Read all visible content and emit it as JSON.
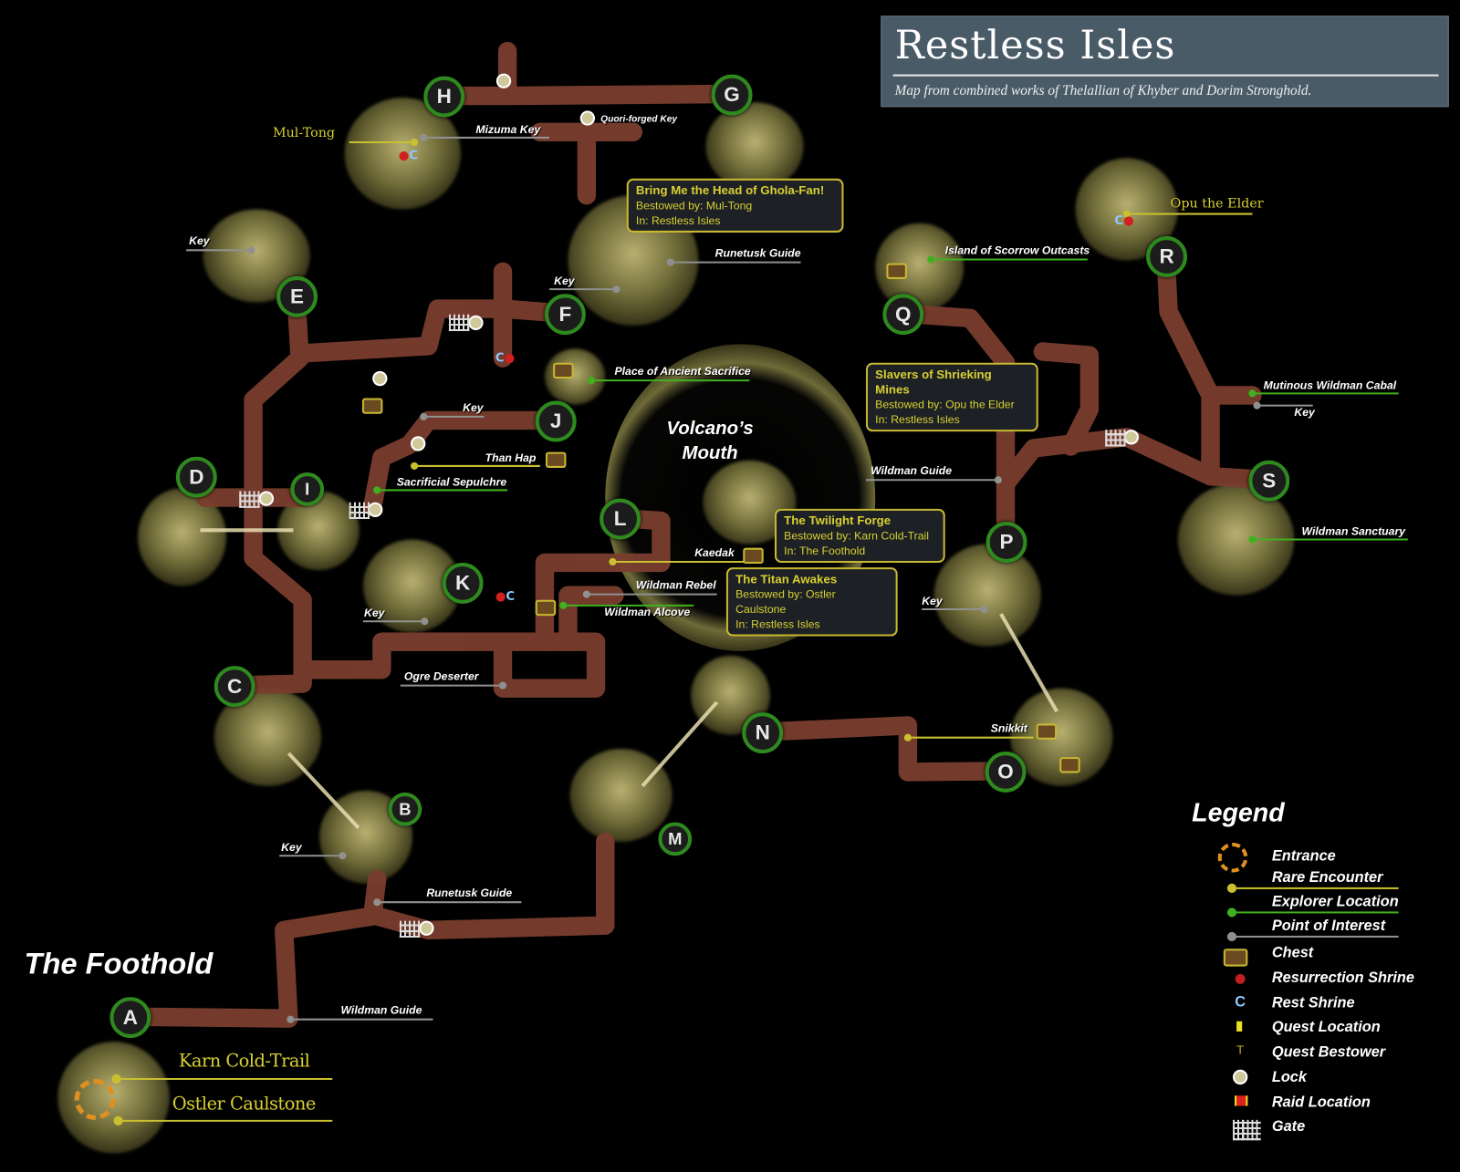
{
  "title": {
    "main": "Restless Isles",
    "subtitle": "Map from combined works of Thelallian of Khyber and Dorim Stronghold."
  },
  "regions": {
    "foothold": "The Foothold",
    "volcano_line1": "Volcano’s",
    "volcano_line2": "Mouth"
  },
  "markers": [
    "A",
    "B",
    "C",
    "D",
    "E",
    "F",
    "G",
    "H",
    "I",
    "J",
    "K",
    "L",
    "M",
    "N",
    "O",
    "P",
    "Q",
    "R",
    "S"
  ],
  "labels": [
    "Mul-Tong",
    "Mizuma  Key",
    "Quori-forged Key",
    "Runetusk Guide",
    "Key",
    "Key",
    "Island of Scorrow Outcasts",
    "Opu the Elder",
    "Place of Ancient Sacrifice",
    "Key",
    "Than Hap",
    "Sacrificial Sepulchre",
    "Mutinous Wildman Cabal",
    "Key",
    "Wildman Guide",
    "Wildman Sanctuary",
    "Kaedak",
    "Wildman Rebel",
    "Wildman Alcove",
    "Key",
    "Key",
    "Ogre Deserter",
    "Snikkit",
    "Key",
    "Runetusk Guide",
    "Wildman Guide",
    "Karn Cold-Trail",
    "Ostler Caulstone"
  ],
  "quests": [
    {
      "title": "Bring Me the Head of Ghola-Fan!",
      "bestowed": "Bestowed by: Mul-Tong",
      "in": "In: Restless Isles"
    },
    {
      "title": "Slavers of Shrieking Mines",
      "bestowed": "Bestowed by: Opu the Elder",
      "in": "In: Restless Isles"
    },
    {
      "title": "The Twilight Forge",
      "bestowed": "Bestowed by: Karn Cold-Trail",
      "in": "In: The Foothold"
    },
    {
      "title": "The Titan Awakes",
      "bestowed": "Bestowed by: Ostler Caulstone",
      "in": "In: Restless Isles"
    }
  ],
  "legend": {
    "title": "Legend",
    "items": [
      {
        "label": "Entrance",
        "icon": "entrance-icon"
      },
      {
        "label": "Rare Encounter",
        "icon": "rare-encounter-line",
        "color": "#c8c030"
      },
      {
        "label": "Explorer Location",
        "icon": "explorer-line",
        "color": "#40b020"
      },
      {
        "label": "Point of Interest",
        "icon": "poi-line",
        "color": "#909090"
      },
      {
        "label": "Chest",
        "icon": "chest-icon"
      },
      {
        "label": "Resurrection Shrine",
        "icon": "resurrection-shrine-icon"
      },
      {
        "label": "Rest Shrine",
        "icon": "rest-shrine-icon"
      },
      {
        "label": "Quest Location",
        "icon": "quest-location-icon"
      },
      {
        "label": "Quest Bestower",
        "icon": "quest-bestower-icon"
      },
      {
        "label": "Lock",
        "icon": "lock-icon"
      },
      {
        "label": "Raid Location",
        "icon": "raid-location-icon"
      },
      {
        "label": "Gate",
        "icon": "gate-icon"
      }
    ]
  },
  "colors": {
    "path": "#7a3e2e",
    "marker_ring": "#2e8a1e",
    "rare": "#c8c030",
    "explorer": "#40b020",
    "poi": "#909090"
  }
}
